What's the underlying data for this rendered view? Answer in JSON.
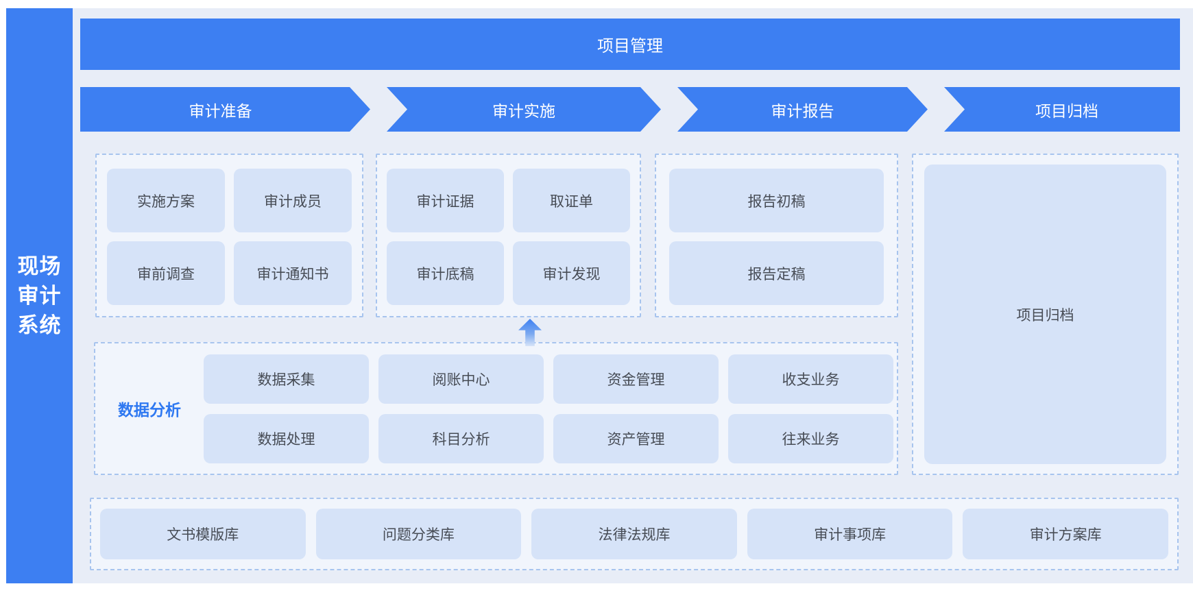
{
  "system": {
    "title": "现场审计系统",
    "title_lines": [
      "现场",
      "审计",
      "系统"
    ]
  },
  "project_management": {
    "label": "项目管理"
  },
  "flow": {
    "stages": [
      "审计准备",
      "审计实施",
      "审计报告",
      "项目归档"
    ]
  },
  "preparation": {
    "modules": [
      "实施方案",
      "审计成员",
      "审前调查",
      "审计通知书"
    ]
  },
  "implementation": {
    "modules": [
      "审计证据",
      "取证单",
      "审计底稿",
      "审计发现"
    ]
  },
  "report": {
    "modules": [
      "报告初稿",
      "报告定稿"
    ]
  },
  "archive": {
    "label": "项目归档"
  },
  "data_analysis": {
    "label": "数据分析",
    "modules": [
      "数据采集",
      "阅账中心",
      "资金管理",
      "收支业务",
      "数据处理",
      "科目分析",
      "资产管理",
      "往来业务"
    ]
  },
  "libraries": {
    "modules": [
      "文书模版库",
      "问题分类库",
      "法律法规库",
      "审计事项库",
      "审计方案库"
    ]
  },
  "icons": {
    "up_arrow": "arrow-up"
  },
  "colors": {
    "primary_blue": "#3d7ff2",
    "light_box": "#d6e3f8",
    "panel_bg": "#e8edf7",
    "container_bg": "#f1f5fc",
    "dashed_border": "#a7c4ee",
    "box_text": "#474c55",
    "accent_label": "#2e78f1"
  }
}
